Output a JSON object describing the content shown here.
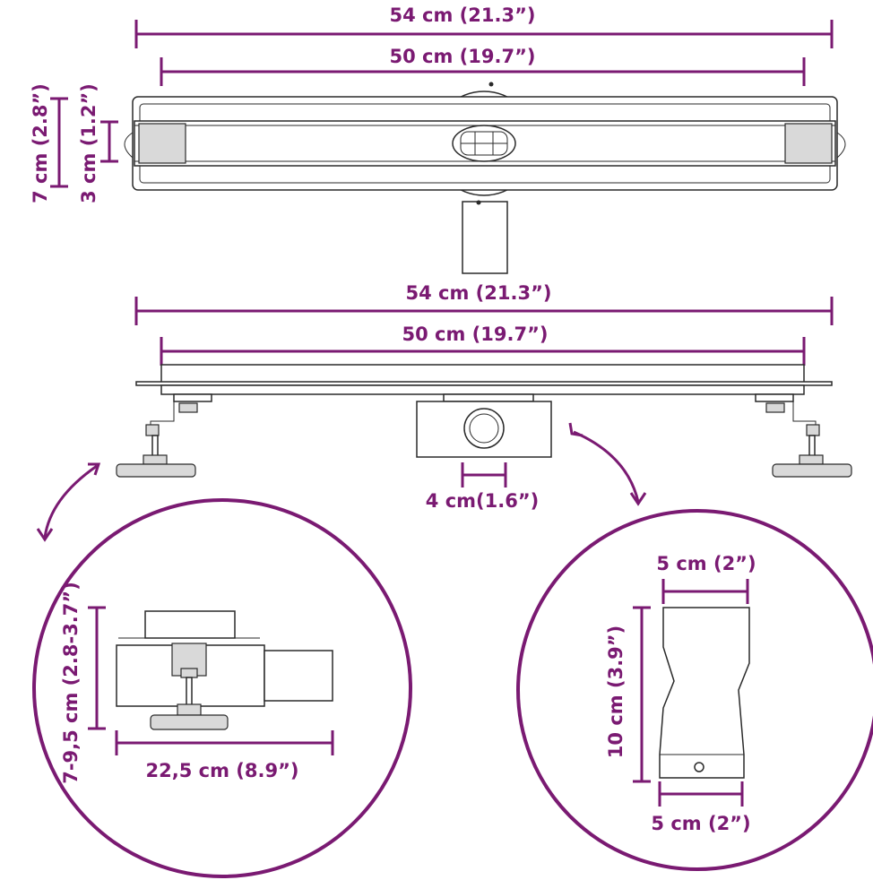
{
  "top_view": {
    "overall_length": "54 cm (21.3”)",
    "inner_length": "50 cm (19.7”)",
    "total_width": "7 cm (2.8”)",
    "channel_width": "3 cm (1.2”)"
  },
  "side_view": {
    "overall_length": "54 cm (21.3”)",
    "inner_length": "50 cm (19.7”)",
    "outlet_diameter": "4 cm(1.6”)"
  },
  "detail_left": {
    "height_range": "7-9,5 cm (2.8-3.7”)",
    "depth": "22,5 cm (8.9”)"
  },
  "detail_right": {
    "top_width": "5 cm (2”)",
    "height": "10 cm (3.9”)",
    "bottom_width": "5 cm (2”)"
  },
  "colors": {
    "dimension": "#7a1a72",
    "outline": "#2a2a2a"
  }
}
